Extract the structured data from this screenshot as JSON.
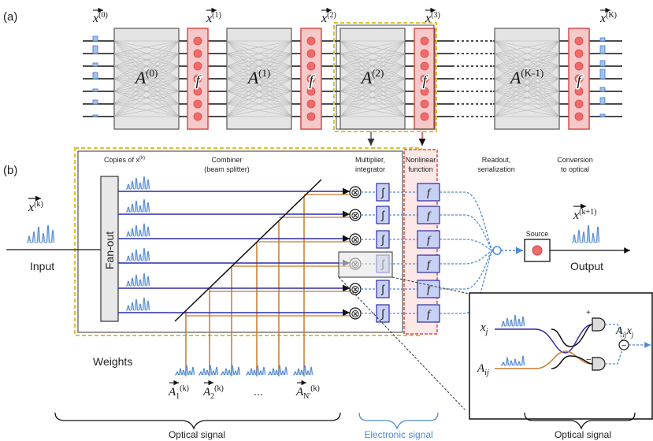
{
  "panel_a": {
    "label": "(a)",
    "vectors": [
      {
        "base": "x",
        "sup": "(0)"
      },
      {
        "base": "x",
        "sup": "(1)"
      },
      {
        "base": "x",
        "sup": "(2)"
      },
      {
        "base": "x",
        "sup": "(3)"
      },
      {
        "base": "x",
        "sup": "(K)"
      }
    ],
    "matrices": [
      {
        "base": "A",
        "sup": "(0)"
      },
      {
        "base": "A",
        "sup": "(1)"
      },
      {
        "base": "A",
        "sup": "(2)"
      },
      {
        "base": "A",
        "sup": "(K-1)"
      }
    ],
    "f_label": "f"
  },
  "panel_b": {
    "label": "(b)",
    "input_vector": {
      "base": "x",
      "sup": "(k)"
    },
    "input_label": "Input",
    "fanout_label": "Fan-out",
    "copies_label": "Copies of x",
    "copies_sup": "(k)",
    "combiner_label": [
      "Combiner",
      "(beam splitter)"
    ],
    "multiplier_label": [
      "Multiplier,",
      "integrator"
    ],
    "nonlinear_label": [
      "Nonlinear",
      "function"
    ],
    "readout_label": [
      "Readout,",
      "serialization"
    ],
    "conversion_label": [
      "Conversion",
      "to optical"
    ],
    "multiply_symbol": "⊗",
    "integral_symbol": "∫",
    "f_symbol": "f",
    "source_label": "Source",
    "output_vector": {
      "base": "x",
      "sup": "(k+1)"
    },
    "output_label": "Output",
    "weights_label": "Weights",
    "weight_vectors": [
      {
        "base": "A",
        "sub": "1",
        "sup": "(k)"
      },
      {
        "base": "A",
        "sub": "2",
        "sup": "(k)"
      },
      {
        "base": "A",
        "sub": "N'",
        "sup": "(k)"
      }
    ],
    "ellipsis": "...",
    "inset": {
      "xj": {
        "base": "x",
        "sub": "j"
      },
      "aij": {
        "base": "A",
        "sub": "ij"
      },
      "plus": "+",
      "minus": "−",
      "result_a": {
        "base": "A",
        "sub": "ij"
      },
      "result_x": {
        "base": "x",
        "sub": "j"
      },
      "minus_circle": "−"
    }
  },
  "bottom_labels": {
    "optical_left": "Optical signal",
    "electronic": "Electronic signal",
    "optical_right": "Optical signal"
  },
  "colors": {
    "red_fill": "#f6c9c9",
    "red_stroke": "#d94b4b",
    "dot_fill": "#ef6b6b",
    "box_fill": "#e4e4e4",
    "blue_line": "#2c2ca8",
    "orange_line": "#c67a2d",
    "dashed_blue": "#4d8ad6",
    "electronic_text": "#4d8ad6",
    "yellow_border": "#e0c030",
    "f_box_fill": "#c8d0f4"
  }
}
